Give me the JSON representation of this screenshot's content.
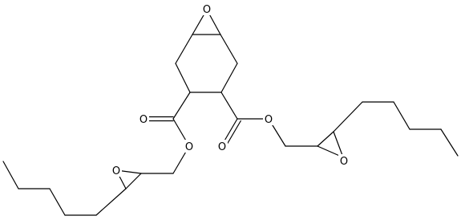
{
  "molecule": {
    "atoms": {
      "epoxide_ring_oxygen": "O",
      "left_carbonyl_oxygen": "O",
      "left_ester_oxygen": "O",
      "right_carbonyl_oxygen": "O",
      "right_ester_oxygen": "O",
      "left_oxirane_oxygen": "O",
      "right_oxirane_oxygen": "O"
    }
  },
  "colors": {
    "bond": "#000000",
    "background": "#ffffff"
  }
}
